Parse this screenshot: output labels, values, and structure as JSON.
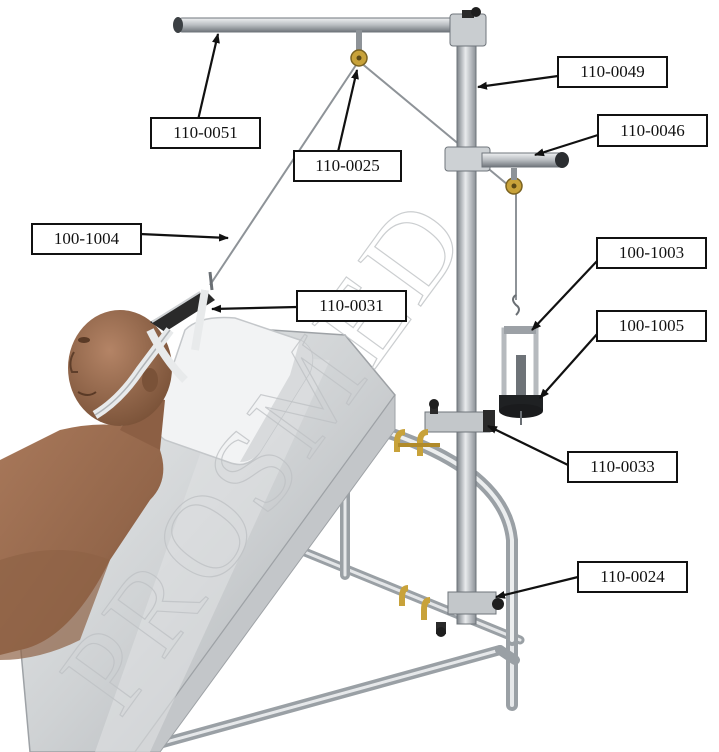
{
  "watermark": "PROSMED",
  "labels": [
    {
      "id": "110-0051",
      "text": "110-0051"
    },
    {
      "id": "110-0025",
      "text": "110-0025"
    },
    {
      "id": "100-1004",
      "text": "100-1004"
    },
    {
      "id": "110-0049",
      "text": "110-0049"
    },
    {
      "id": "110-0046",
      "text": "110-0046"
    },
    {
      "id": "100-1003",
      "text": "100-1003"
    },
    {
      "id": "110-0031",
      "text": "110-0031"
    },
    {
      "id": "100-1005",
      "text": "100-1005"
    },
    {
      "id": "110-0033",
      "text": "110-0033"
    },
    {
      "id": "110-0024",
      "text": "110-0024"
    }
  ],
  "colors": {
    "metal_light": "#e6e8ea",
    "metal_mid": "#b9bdc1",
    "metal_dark": "#7d8389",
    "skin": "#9a6b4c",
    "skin_dark": "#6e4a33",
    "mattress": "#d3d5d7",
    "brass": "#c8a23a",
    "black": "#1e1e1e",
    "line": "#111111"
  }
}
